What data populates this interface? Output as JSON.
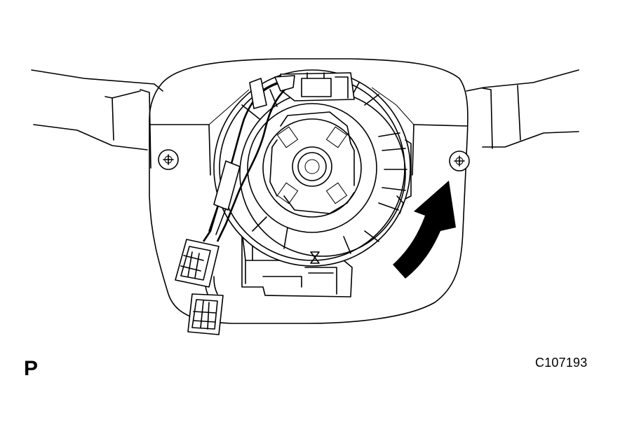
{
  "figure": {
    "view_label": "P",
    "figure_code": "C107193"
  },
  "icons": {
    "rotation_arrow": "curved-arrow-counterclockwise-up-right"
  }
}
